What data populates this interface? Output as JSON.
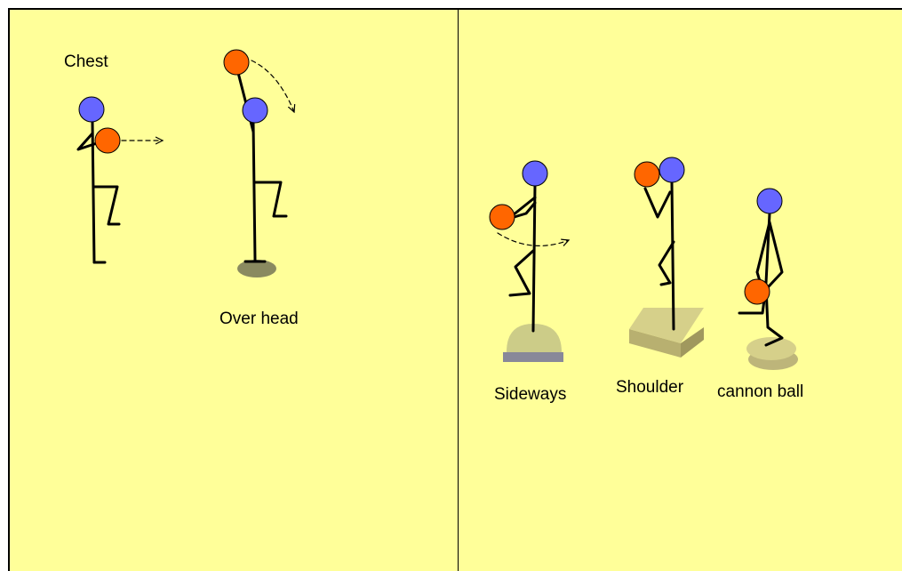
{
  "labels": {
    "chest": "Chest",
    "over_head": "Over head",
    "sideways": "Sideways",
    "shoulder": "Shoulder",
    "cannon_ball": "cannon ball"
  },
  "colors": {
    "background": "#ffff99",
    "head": "#6666ff",
    "ball": "#ff6600",
    "balance_pad": "#cccc88",
    "platform_top": "#d6d08a",
    "shadow": "#8a8a60"
  }
}
